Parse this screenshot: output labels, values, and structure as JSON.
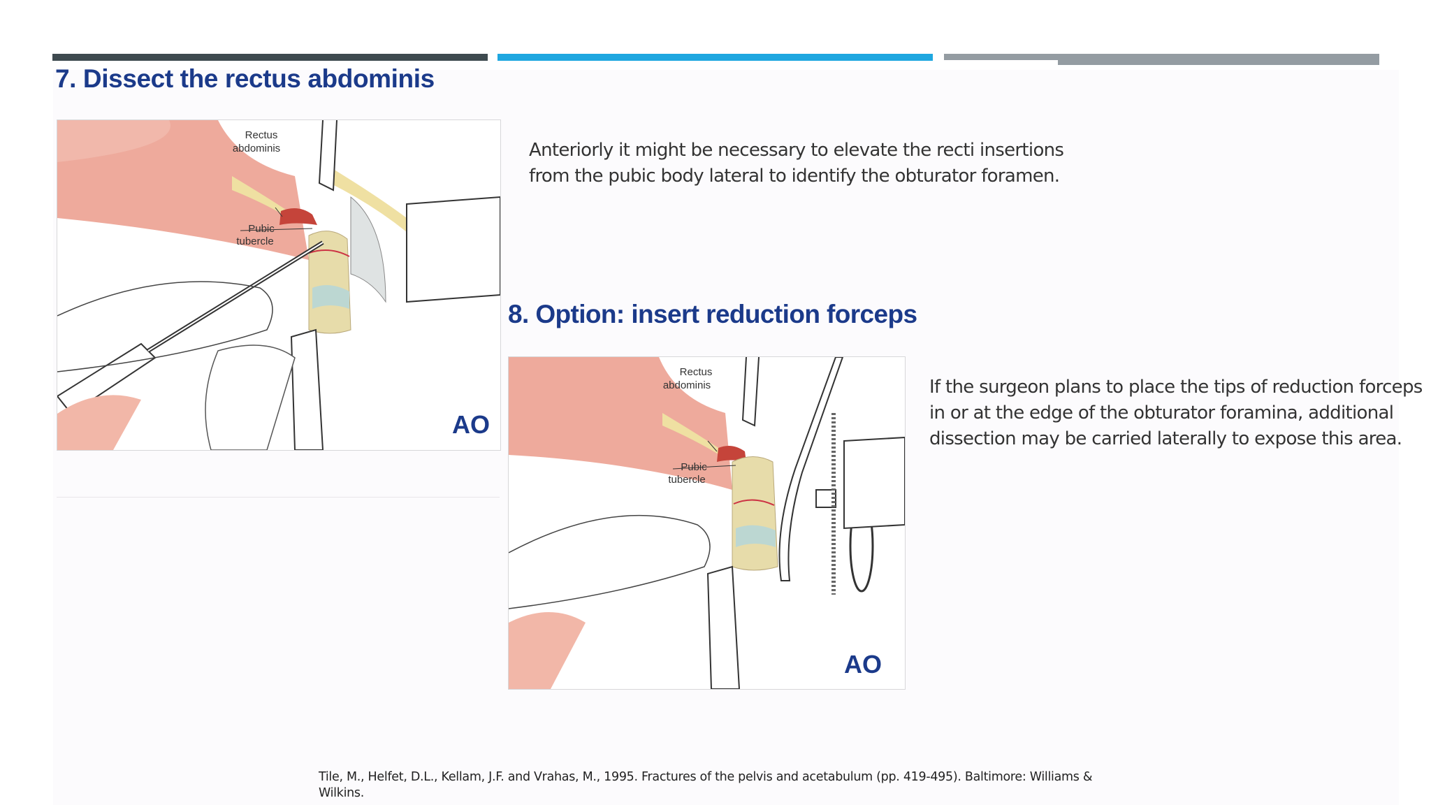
{
  "colors": {
    "heading": "#1b3a8a",
    "bar_dark": "#3e4a4f",
    "bar_blue": "#1fa7e0",
    "bar_gray": "#949ca2",
    "muscle": "#e8a79a"
  },
  "section1": {
    "title": "7. Dissect the rectus abdominis",
    "description": "Anteriorly it might be necessary to elevate the recti insertions from the pubic body lateral to identify the obturator foramen.",
    "figure": {
      "label_muscle_line1": "Rectus",
      "label_muscle_line2": "abdominis",
      "label_bone_line1": "Pubic",
      "label_bone_line2": "tubercle",
      "logo": "AO"
    }
  },
  "section2": {
    "title": "8. Option: insert reduction forceps",
    "description": "If the surgeon plans to place the tips of reduction forceps in or at the edge of the obturator foramina, additional dissection may be carried laterally to expose this area.",
    "figure": {
      "label_muscle_line1": "Rectus",
      "label_muscle_line2": "abdominis",
      "label_bone_line1": "Pubic",
      "label_bone_line2": "tubercle",
      "logo": "AO"
    }
  },
  "citation": "Tile, M., Helfet, D.L., Kellam, J.F. and Vrahas, M., 1995. Fractures of the pelvis and acetabulum (pp. 419-495). Baltimore: Williams & Wilkins."
}
